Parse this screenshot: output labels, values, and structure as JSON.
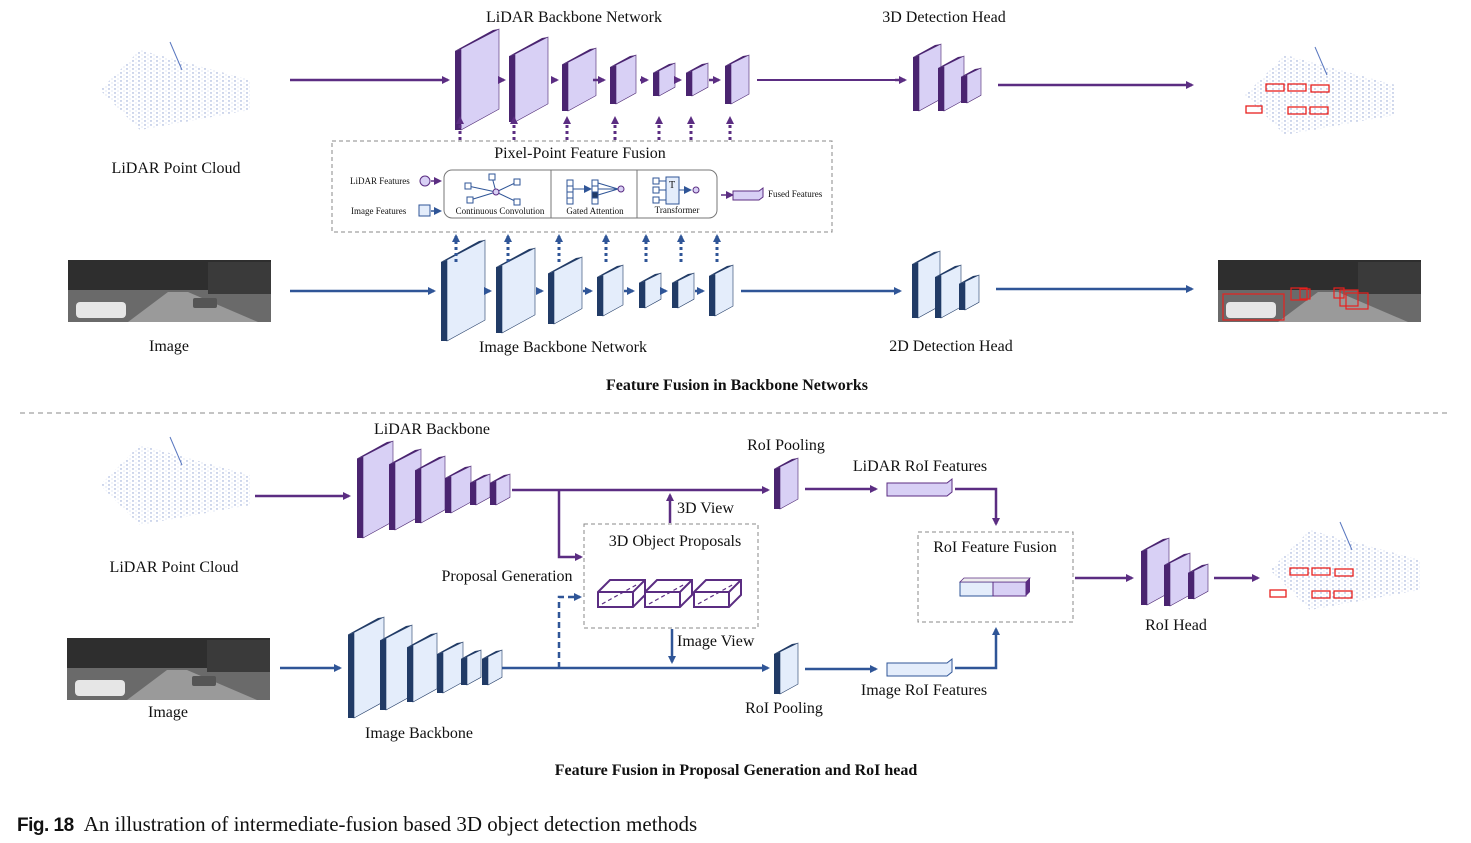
{
  "colors": {
    "lidar_dark": "#4a2470",
    "lidar_face": "#d8d0f5",
    "lidar_line": "#5b2d82",
    "image_dark": "#213b66",
    "image_face": "#e4edfb",
    "image_line": "#2f5597",
    "detection_box": "#e8211e",
    "dashed_border": "#888888"
  },
  "top": {
    "lidar_input_label": "LiDAR Point Cloud",
    "image_input_label": "Image",
    "lidar_backbone_label": "LiDAR Backbone Network",
    "image_backbone_label": "Image Backbone Network",
    "head_3d_label": "3D Detection Head",
    "head_2d_label": "2D Detection Head",
    "fusion": {
      "title": "Pixel-Point Feature Fusion",
      "lidar_features": "LiDAR Features",
      "image_features": "Image Features",
      "methods": [
        "Continuous Convolution",
        "Gated Attention",
        "Transformer"
      ],
      "transformer_glyph": "T",
      "fused_features": "Fused Features"
    },
    "section_title": "Feature Fusion in Backbone Networks"
  },
  "bottom": {
    "lidar_input_label": "LiDAR Point Cloud",
    "image_input_label": "Image",
    "lidar_backbone_label": "LiDAR Backbone",
    "image_backbone_label": "Image Backbone",
    "proposal_generation": "Proposal Generation",
    "proposals_title": "3D Object Proposals",
    "view_3d": "3D View",
    "view_image": "Image View",
    "roi_pooling_top": "RoI Pooling",
    "roi_pooling_bottom": "RoI Pooling",
    "lidar_roi_features": "LiDAR RoI Features",
    "image_roi_features": "Image RoI Features",
    "roi_fusion_title": "RoI Feature Fusion",
    "roi_head": "RoI Head",
    "section_title": "Feature Fusion in Proposal Generation and RoI head"
  },
  "caption": {
    "fig_label": "Fig. 18",
    "text": "An illustration of intermediate-fusion based 3D object detection methods"
  }
}
